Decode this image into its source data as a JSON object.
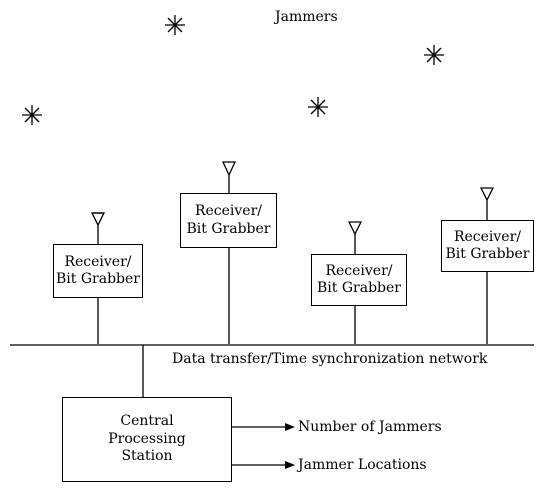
{
  "jammers_label": "Jammers",
  "receivers": [
    {
      "line1": "Receiver/",
      "line2": "Bit Grabber"
    },
    {
      "line1": "Receiver/",
      "line2": "Bit Grabber"
    },
    {
      "line1": "Receiver/",
      "line2": "Bit Grabber"
    },
    {
      "line1": "Receiver/",
      "line2": "Bit Grabber"
    }
  ],
  "network_label": "Data transfer/Time synchronization network",
  "central": {
    "line1": "Central",
    "line2": "Processing",
    "line3": "Station"
  },
  "outputs": {
    "jammer_count": "Number of Jammers",
    "jammer_locations": "Jammer Locations"
  },
  "colors": {
    "stroke": "#000000",
    "background": "#ffffff"
  },
  "icons": {
    "jammer": "asterisk-icon",
    "antenna": "antenna-icon"
  }
}
